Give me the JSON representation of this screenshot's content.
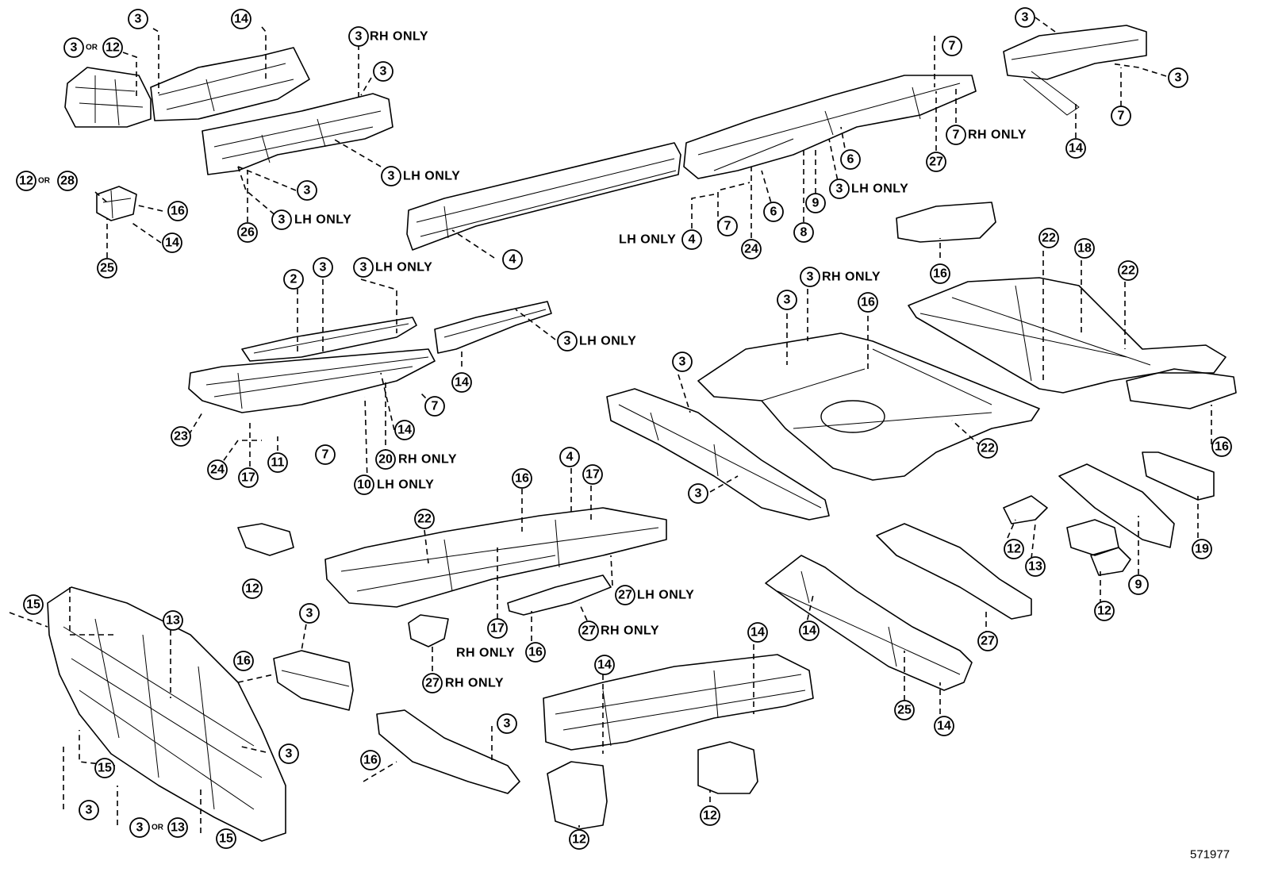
{
  "diagram_id": "571977",
  "notes": {
    "rh_only": "RH ONLY",
    "lh_only": "LH ONLY",
    "or": "OR"
  },
  "callouts": {
    "p1": "3",
    "p2": "14",
    "p3": "3",
    "p4": "12",
    "p5": "3",
    "p6": "3",
    "p7": "3",
    "p8": "3",
    "p9": "3",
    "p10": "26",
    "p11": "12",
    "p12": "28",
    "p13": "16",
    "p14": "14",
    "p15": "25",
    "p16": "7",
    "p17": "7",
    "p18": "27",
    "p19": "6",
    "p20": "3",
    "p21": "6",
    "p22": "9",
    "p23": "8",
    "p24": "7",
    "p25": "24",
    "p26": "4",
    "p27": "4",
    "p28": "3",
    "p29": "3",
    "p30": "7",
    "p31": "14",
    "p32": "2",
    "p33": "3",
    "p34": "3",
    "p35": "3",
    "p36": "14",
    "p37": "7",
    "p38": "14",
    "p39": "7",
    "p40": "23",
    "p41": "24",
    "p42": "17",
    "p43": "11",
    "p44": "20",
    "p45": "10",
    "p46": "16",
    "p47": "3",
    "p48": "3",
    "p49": "16",
    "p50": "22",
    "p51": "18",
    "p52": "22",
    "p53": "3",
    "p54": "3",
    "p55": "22",
    "p56": "16",
    "p57": "12",
    "p58": "13",
    "p59": "12",
    "p60": "9",
    "p61": "19",
    "p62": "16",
    "p63": "4",
    "p64": "17",
    "p65": "22",
    "p66": "17",
    "p67": "27",
    "p68": "27",
    "p69": "16",
    "p70": "27",
    "p71": "15",
    "p72": "13",
    "p73": "15",
    "p74": "3",
    "p75": "3",
    "p76": "13",
    "p77": "15",
    "p78": "3",
    "p79": "3",
    "p80": "16",
    "p81": "3",
    "p82": "16",
    "p83": "14",
    "p84": "14",
    "p85": "12",
    "p86": "12",
    "p87": "14",
    "p88": "25",
    "p89": "14",
    "p90": "27"
  }
}
